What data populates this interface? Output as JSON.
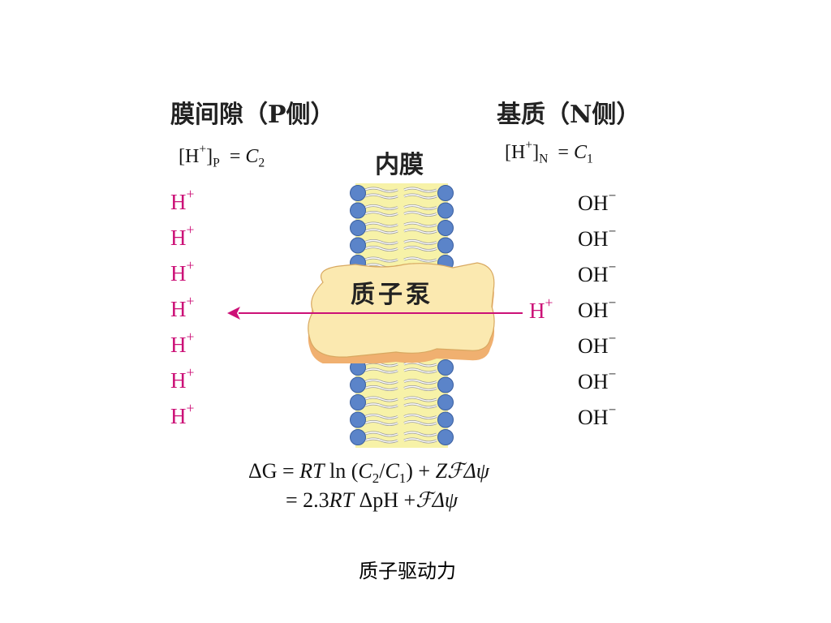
{
  "headers": {
    "left": "膜间隙（P侧）",
    "right": "基质（N侧）",
    "membrane": "内膜"
  },
  "concentrations": {
    "left": {
      "ion": "H",
      "charge": "+",
      "side": "P",
      "symbol": "C",
      "index": "2"
    },
    "right": {
      "ion": "H",
      "charge": "+",
      "side": "N",
      "symbol": "C",
      "index": "1"
    }
  },
  "left_ions": {
    "label": "H",
    "charge": "+",
    "count": 7
  },
  "right_ions": {
    "label": "OH",
    "charge": "−",
    "count": 7
  },
  "pump": {
    "label": "质子泵",
    "moving_ion": "H",
    "moving_charge": "+"
  },
  "equation": {
    "line1": {
      "lhs": "ΔG = ",
      "rt": "RT",
      "ln": " ln (",
      "c2": "C",
      "c2_sub": "2",
      "slash": "/",
      "c1": "C",
      "c1_sub": "1",
      "mid": ") + ",
      "z": "Z",
      "f": "ℱ",
      "tail": "Δψ"
    },
    "line2": {
      "eq": "= 2.3",
      "rt": "RT",
      "mid": " ΔpH +",
      "f": "ℱ",
      "tail": "Δψ"
    }
  },
  "caption": "质子驱动力",
  "colors": {
    "proton": "#cc1177",
    "pump_fill": "#fbe9b0",
    "pump_edge": "#f0b070",
    "lipid_head": "#5b84c9",
    "membrane_core": "#f7f2a8"
  }
}
